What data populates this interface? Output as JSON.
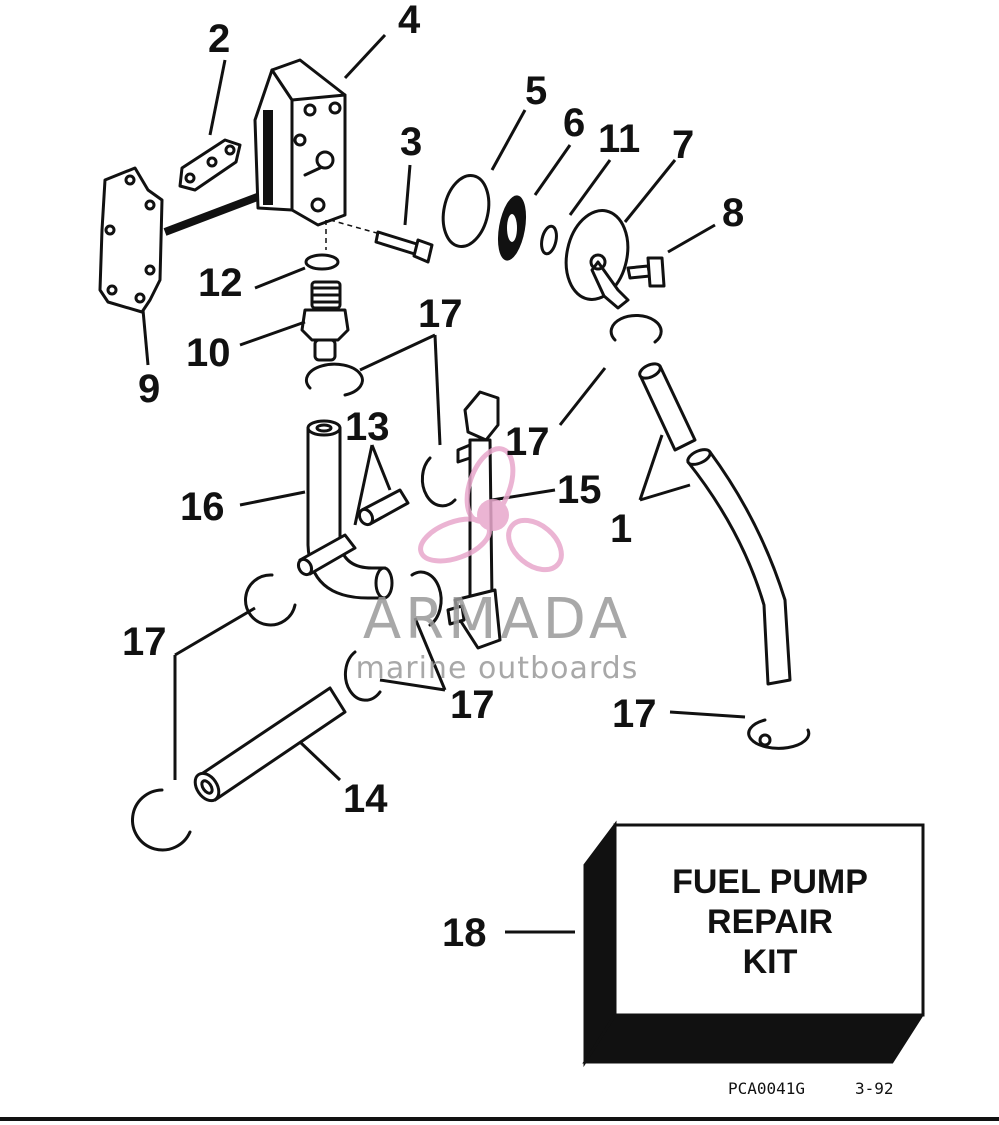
{
  "callouts": {
    "c1": "1",
    "c2": "2",
    "c3": "3",
    "c4": "4",
    "c5": "5",
    "c6": "6",
    "c7": "7",
    "c8": "8",
    "c9": "9",
    "c10": "10",
    "c11": "11",
    "c12": "12",
    "c13": "13",
    "c14": "14",
    "c15": "15",
    "c16": "16",
    "c17": "17",
    "c18": "18"
  },
  "kit": {
    "line1": "FUEL PUMP",
    "line2": "REPAIR",
    "line3": "KIT"
  },
  "watermark": {
    "brand": "ARMADA",
    "tagline": "marine outboards",
    "accent_color": "#e8a8cc"
  },
  "reference": {
    "code": "PCA0041G",
    "date": "3-92"
  }
}
